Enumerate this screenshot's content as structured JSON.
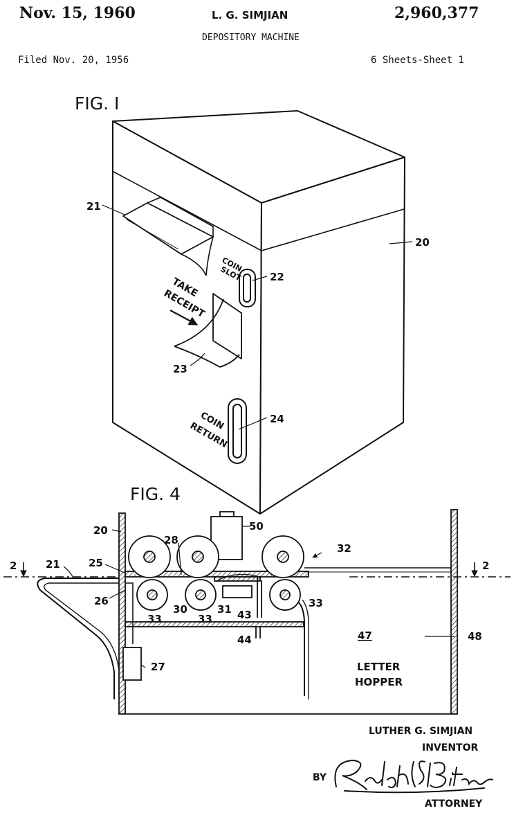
{
  "header": {
    "date": "Nov. 15, 1960",
    "inventor_header": "L. G. SIMJIAN",
    "patent_number": "2,960,377",
    "title": "DEPOSITORY MACHINE",
    "filed": "Filed Nov. 20, 1956",
    "sheets": "6 Sheets-Sheet 1"
  },
  "figures": {
    "fig1": {
      "label": "FIG. I",
      "texts": {
        "coin": "COIN",
        "slot": "SLOT",
        "take": "TAKE",
        "receipt": "RECEIPT",
        "coin2": "COIN",
        "return": "RETURN"
      },
      "refs": {
        "r21": "21",
        "r20": "20",
        "r22": "22",
        "r23": "23",
        "r24": "24"
      }
    },
    "fig4": {
      "label": "FIG. 4",
      "texts": {
        "letter": "LETTER",
        "hopper": "HOPPER"
      },
      "refs": {
        "r20": "20",
        "r50": "50",
        "r28": "28",
        "r32": "32",
        "r2l": "2",
        "r2r": "2",
        "r21": "21",
        "r25": "25",
        "r26": "26",
        "r30": "30",
        "r31": "31",
        "r33a": "33",
        "r33b": "33",
        "r33c": "33",
        "r43": "43",
        "r44": "44",
        "r47": "47",
        "r48": "48",
        "r27": "27"
      }
    }
  },
  "signature": {
    "inventor_name": "LUTHER G. SIMJIAN",
    "inventor_role": "INVENTOR",
    "by": "BY",
    "attorney_role": "ATTORNEY"
  }
}
